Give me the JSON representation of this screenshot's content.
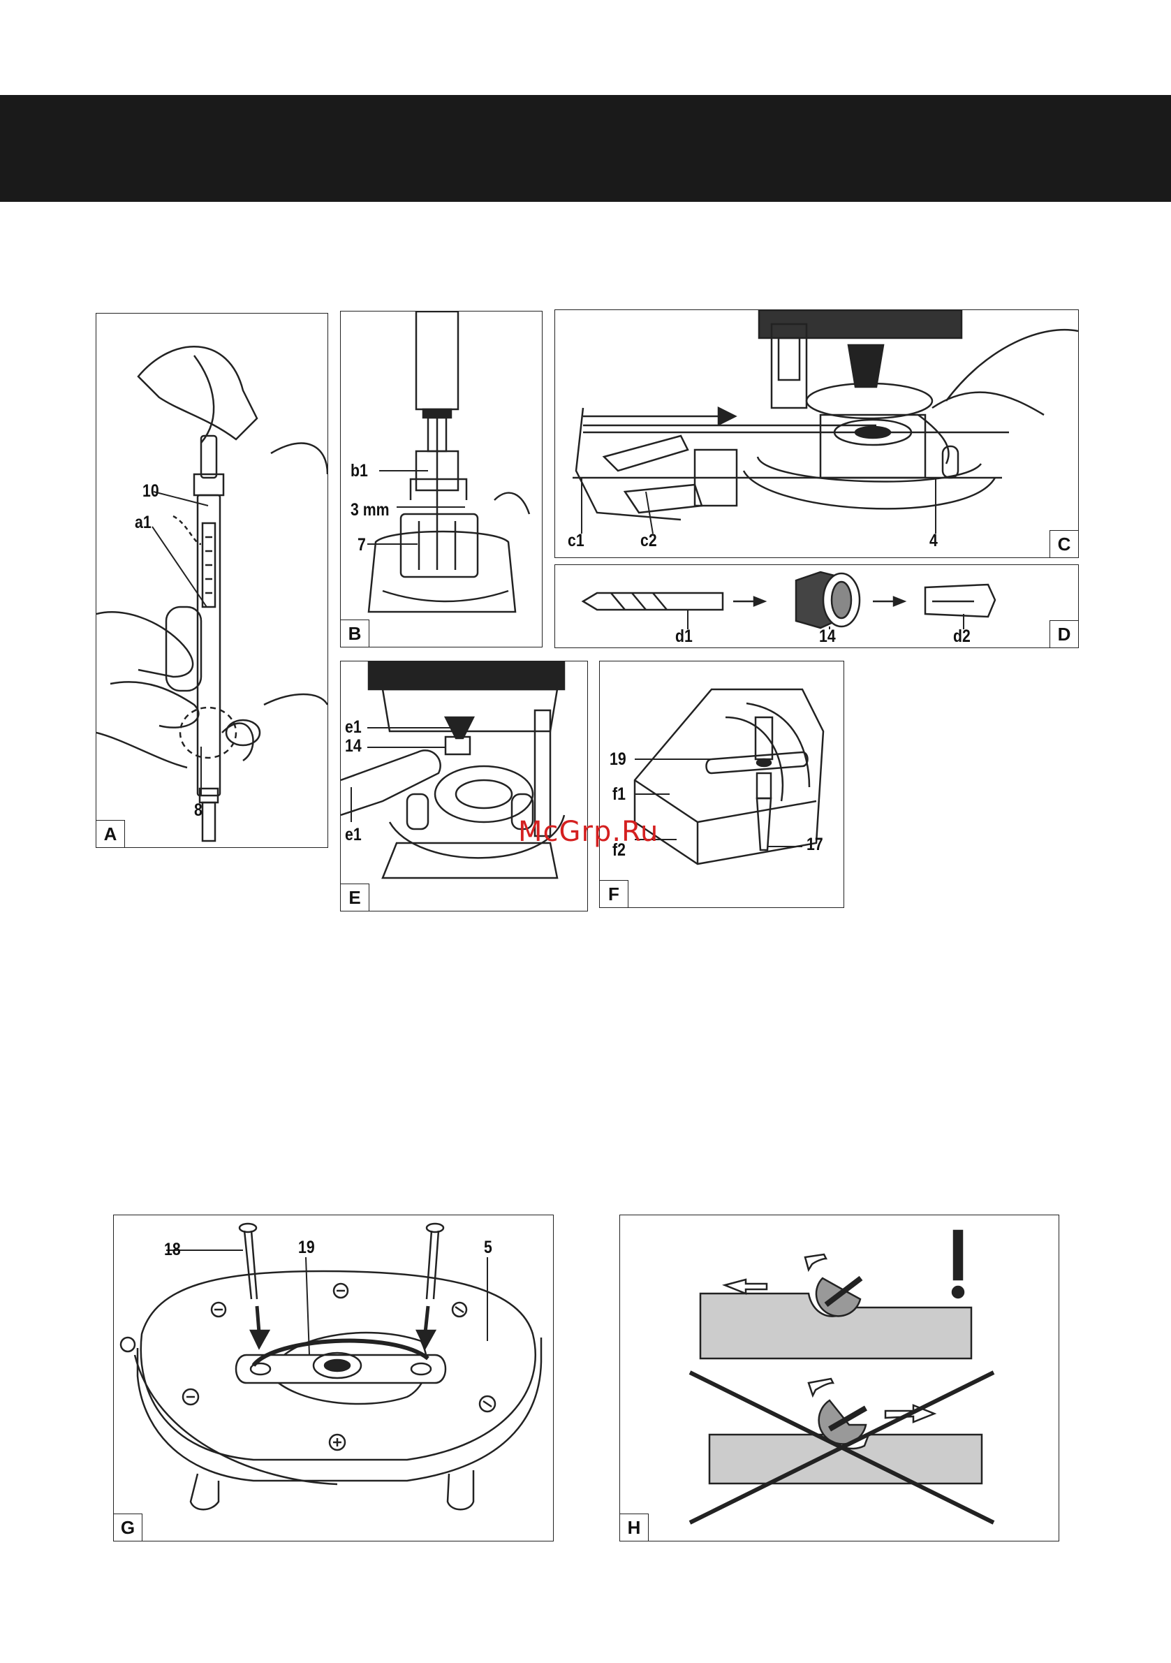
{
  "watermark": "McGrp.Ru",
  "panels": {
    "A": {
      "letter": "A",
      "labels": [
        "10",
        "a1",
        "8"
      ]
    },
    "B": {
      "letter": "B",
      "labels": [
        "b1",
        "3 mm",
        "7"
      ]
    },
    "C": {
      "letter": "C",
      "labels": [
        "c1",
        "c2",
        "4"
      ]
    },
    "D": {
      "letter": "D",
      "labels": [
        "d1",
        "14",
        "d2"
      ]
    },
    "E": {
      "letter": "E",
      "labels": [
        "e1",
        "14",
        "e1"
      ]
    },
    "F": {
      "letter": "F",
      "labels": [
        "19",
        "f1",
        "f2",
        "17"
      ]
    },
    "G": {
      "letter": "G",
      "labels": [
        "18",
        "19",
        "5"
      ]
    },
    "H": {
      "letter": "H",
      "labels": []
    }
  }
}
